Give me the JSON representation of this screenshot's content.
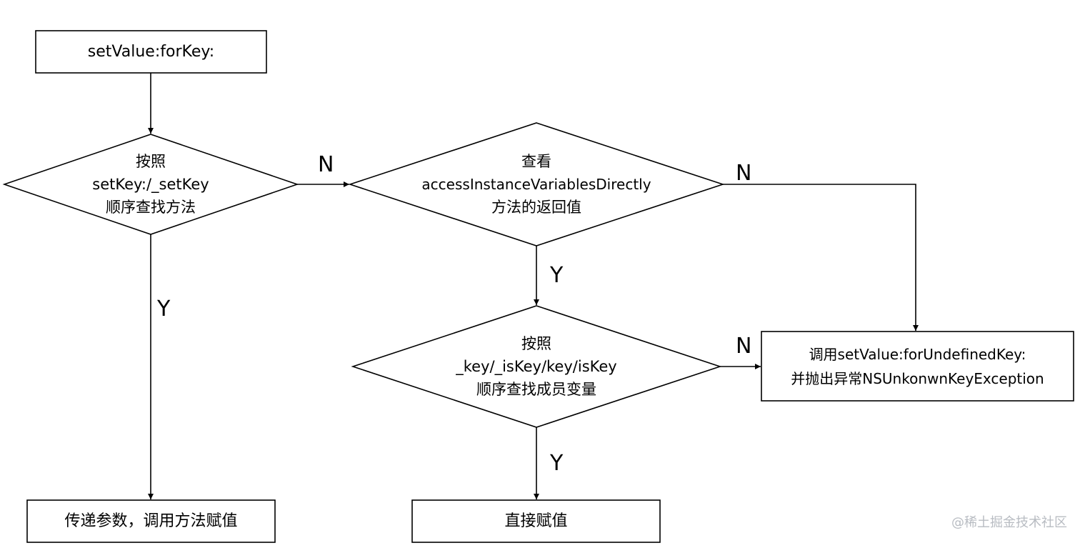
{
  "nodes": {
    "start": {
      "text": "setValue:forKey:"
    },
    "check_setter": {
      "line1": "按照",
      "line2": "setKey:/_setKey",
      "line3": "顺序查找方法"
    },
    "check_access": {
      "line1": "查看",
      "line2": "accessInstanceVariablesDirectly",
      "line3": "方法的返回值"
    },
    "check_ivar": {
      "line1": "按照",
      "line2": "_key/_isKey/key/isKey",
      "line3": "顺序查找成员变量"
    },
    "undefined_key": {
      "line1": "调用setValue:forUndefinedKey:",
      "line2": "并抛出异常NSUnkonwnKeyException"
    },
    "pass_params": {
      "text": "传递参数，调用方法赋值"
    },
    "direct_assign": {
      "text": "直接赋值"
    }
  },
  "edge_labels": {
    "setter_no": "N",
    "setter_yes": "Y",
    "access_no": "N",
    "access_yes": "Y",
    "ivar_no": "N",
    "ivar_yes": "Y"
  },
  "watermark": "@稀土掘金技术社区"
}
